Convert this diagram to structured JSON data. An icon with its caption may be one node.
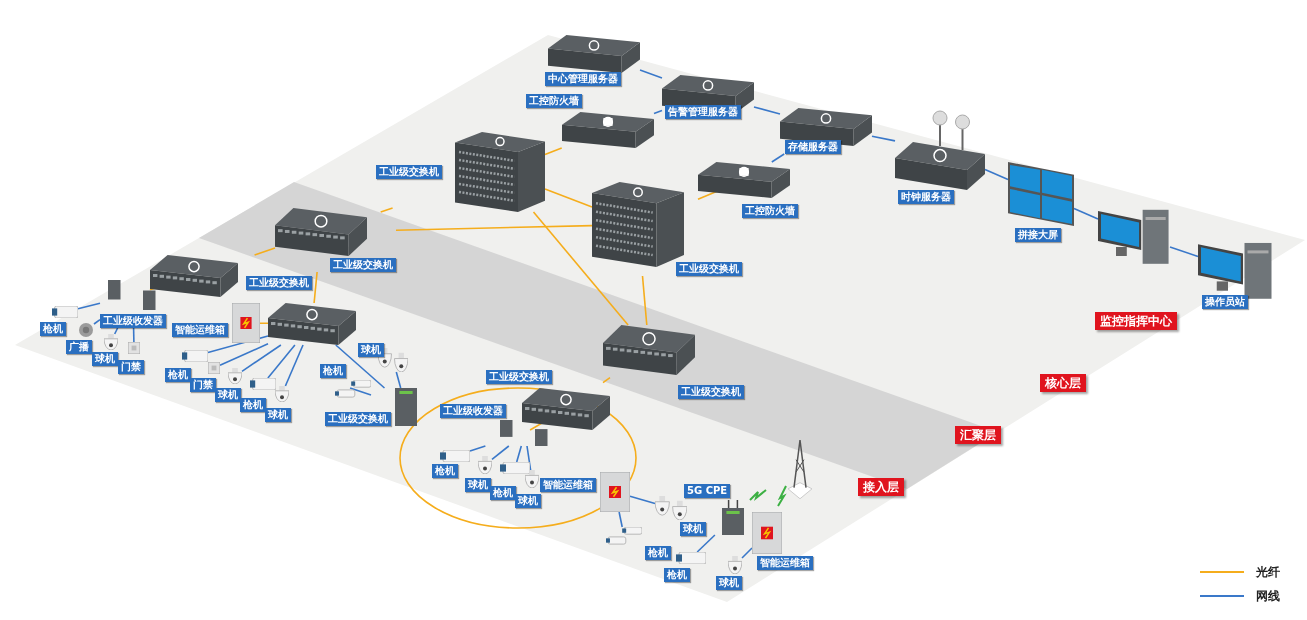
{
  "diagram": {
    "nodes": [
      {
        "text": [
          "中心管理服务器"
        ]
      },
      {
        "text": [
          "告警管理服务器"
        ]
      },
      {
        "text": [
          "存储服务器"
        ]
      },
      {
        "text": [
          "时钟服务器"
        ]
      },
      {
        "text": [
          "拼接大屏"
        ]
      },
      {
        "text": [],
        "shape": "picture"
      },
      {
        "text": [
          "操作员站"
        ]
      },
      {
        "text": [
          "工控防火墙"
        ]
      },
      {
        "text": [
          "工业级交换机"
        ]
      },
      {
        "text": [
          "工业级交换机"
        ]
      },
      {
        "text": [
          "工控防火墙"
        ]
      },
      {
        "text": [
          "工业级交换机"
        ]
      },
      {
        "text": [
          "工业级交换机"
        ]
      },
      {
        "text": [
          "工业级交换机"
        ]
      },
      {
        "text": [],
        "shape": "picture"
      },
      {
        "text": [
          "工业级收发器"
        ]
      },
      {
        "text": [
          "枪机"
        ]
      },
      {
        "text": [
          "广播"
        ]
      },
      {
        "text": [
          "球机"
        ]
      },
      {
        "text": [
          "门禁"
        ]
      },
      {
        "text": [
          "智能运维箱"
        ]
      },
      {
        "text": [
          "枪机"
        ]
      },
      {
        "text": [
          "门禁"
        ]
      },
      {
        "text": [
          "球机"
        ]
      },
      {
        "text": [
          "枪机"
        ]
      },
      {
        "text": [
          "球机"
        ]
      },
      {
        "text": [
          "球机"
        ]
      },
      {
        "text": [
          "枪机"
        ]
      },
      {
        "text": [
          "工业级交换机"
        ]
      },
      {
        "text": [
          "工业级交换机"
        ]
      },
      {
        "text": [
          "工业级收发器"
        ]
      },
      {
        "text": [
          "枪机"
        ]
      },
      {
        "text": [
          "球机"
        ]
      },
      {
        "text": [
          "枪机"
        ]
      },
      {
        "text": [
          "球机"
        ]
      },
      {
        "text": [
          "智能运维箱"
        ]
      },
      {
        "text": [
          "球机"
        ]
      },
      {
        "text": [
          "枪机"
        ]
      },
      {
        "text": [
          "5G CPE"
        ]
      },
      {
        "text": [
          "枪机"
        ]
      },
      {
        "text": [
          "智能运维箱"
        ]
      },
      {
        "text": [
          "球机"
        ]
      },
      {
        "text": [],
        "shape": "picture"
      }
    ],
    "edges": [
      {
        "from": 0,
        "to": 1,
        "arrow": "none",
        "color": "#3a78c9"
      },
      {
        "from": 1,
        "to": 2,
        "arrow": "none",
        "color": "#3a78c9"
      },
      {
        "from": 2,
        "to": 3,
        "arrow": "none",
        "color": "#3a78c9"
      },
      {
        "from": 3,
        "to": 4,
        "arrow": "none",
        "color": "#3a78c9"
      },
      {
        "from": 4,
        "to": 5,
        "arrow": "none",
        "color": "#3a78c9"
      },
      {
        "from": 5,
        "to": 6,
        "arrow": "none",
        "color": "#3a78c9"
      },
      {
        "from": 7,
        "to": 1,
        "arrow": "none",
        "color": "#3a78c9"
      },
      {
        "from": 10,
        "to": 2,
        "arrow": "none",
        "color": "#3a78c9"
      },
      {
        "from": 8,
        "to": 7,
        "arrow": "none",
        "color": "#f5ad1c"
      },
      {
        "from": 9,
        "to": 10,
        "arrow": "none",
        "color": "#f5ad1c"
      },
      {
        "from": 8,
        "to": 9,
        "arrow": "none",
        "color": "#f5ad1c"
      },
      {
        "from": 11,
        "to": 8,
        "arrow": "none",
        "color": "#f5ad1c"
      },
      {
        "from": 11,
        "to": 9,
        "arrow": "none",
        "color": "#f5ad1c"
      },
      {
        "from": 12,
        "to": 8,
        "arrow": "none",
        "color": "#f5ad1c"
      },
      {
        "from": 12,
        "to": 9,
        "arrow": "none",
        "color": "#f5ad1c"
      },
      {
        "from": 13,
        "to": 11,
        "arrow": "none",
        "color": "#f5ad1c"
      },
      {
        "from": 14,
        "to": 11,
        "arrow": "none",
        "color": "#f5ad1c"
      },
      {
        "from": 13,
        "to": 15,
        "arrow": "none",
        "color": "#f5ad1c"
      },
      {
        "from": 15,
        "to": 16,
        "arrow": "none",
        "color": "#3a78c9"
      },
      {
        "from": 15,
        "to": 17,
        "arrow": "none",
        "color": "#3a78c9"
      },
      {
        "from": 15,
        "to": 18,
        "arrow": "none",
        "color": "#3a78c9"
      },
      {
        "from": 15,
        "to": 19,
        "arrow": "none",
        "color": "#3a78c9"
      },
      {
        "from": 14,
        "to": 20,
        "arrow": "none",
        "color": "#f5ad1c"
      },
      {
        "from": 14,
        "to": 21,
        "arrow": "none",
        "color": "#3a78c9"
      },
      {
        "from": 14,
        "to": 22,
        "arrow": "none",
        "color": "#3a78c9"
      },
      {
        "from": 14,
        "to": 23,
        "arrow": "none",
        "color": "#3a78c9"
      },
      {
        "from": 14,
        "to": 24,
        "arrow": "none",
        "color": "#3a78c9"
      },
      {
        "from": 14,
        "to": 25,
        "arrow": "none",
        "color": "#3a78c9"
      },
      {
        "from": 14,
        "to": 28,
        "arrow": "none",
        "color": "#3a78c9"
      },
      {
        "from": 28,
        "to": 26,
        "arrow": "none",
        "color": "#3a78c9"
      },
      {
        "from": 28,
        "to": 27,
        "arrow": "none",
        "color": "#3a78c9"
      },
      {
        "from": 29,
        "to": 12,
        "arrow": "none",
        "color": "#f5ad1c"
      },
      {
        "from": 29,
        "to": 30,
        "arrow": "none",
        "color": "#f5ad1c"
      },
      {
        "from": 30,
        "to": 31,
        "arrow": "none",
        "color": "#3a78c9"
      },
      {
        "from": 30,
        "to": 32,
        "arrow": "none",
        "color": "#3a78c9"
      },
      {
        "from": 30,
        "to": 33,
        "arrow": "none",
        "color": "#3a78c9"
      },
      {
        "from": 30,
        "to": 34,
        "arrow": "none",
        "color": "#3a78c9"
      },
      {
        "from": 35,
        "to": 36,
        "arrow": "none",
        "color": "#3a78c9"
      },
      {
        "from": 35,
        "to": 37,
        "arrow": "none",
        "color": "#3a78c9"
      },
      {
        "from": 38,
        "to": 39,
        "arrow": "none",
        "color": "#3a78c9"
      },
      {
        "from": 40,
        "to": 41,
        "arrow": "none",
        "color": "#3a78c9"
      }
    ],
    "labels": [
      "监控指挥中心",
      "核心层",
      "汇聚层",
      "接入层"
    ],
    "legend": [
      {
        "text": "光纤",
        "color": "#f5ad1c"
      },
      {
        "text": "网线",
        "color": "#3a78c9"
      }
    ]
  }
}
